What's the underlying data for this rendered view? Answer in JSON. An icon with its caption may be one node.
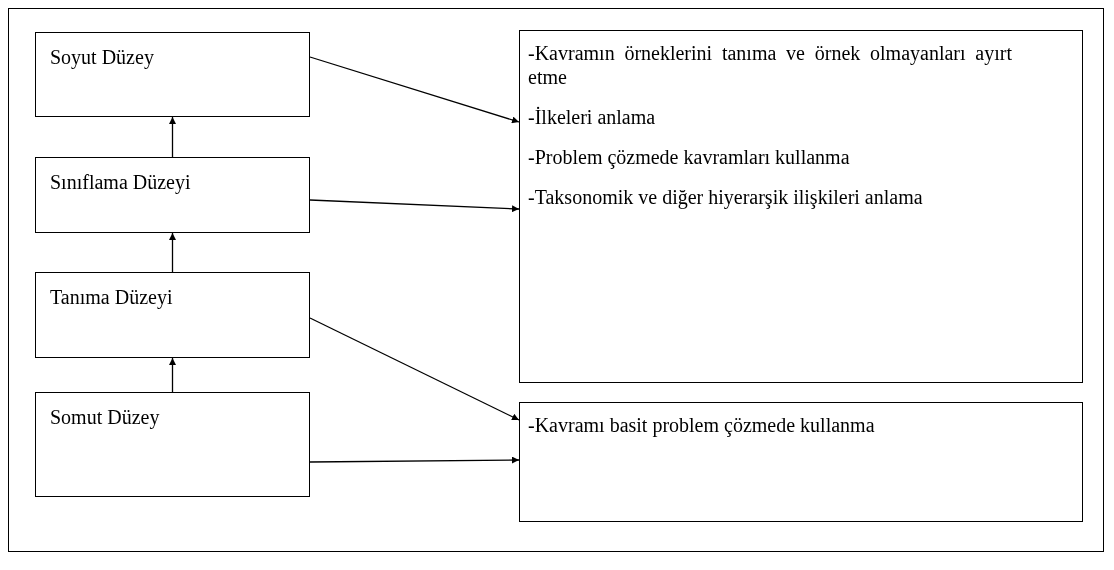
{
  "diagram": {
    "nodes": [
      {
        "text": [
          "Soyut Düzey"
        ]
      },
      {
        "text": [
          "Sınıflama Düzeyi"
        ]
      },
      {
        "text": [
          "Tanıma Düzeyi"
        ]
      },
      {
        "text": [
          "Somut Düzey"
        ]
      },
      {
        "text": [
          "-Kavramın örneklerini tanıma ve örnek olmayanları ayırt etme",
          "-İlkeleri anlama",
          "-Problem çözmede kavramları kullanma",
          "-Taksonomik ve diğer hiyerarşik ilişkileri anlama"
        ]
      },
      {
        "text": [
          "-Kavramı basit problem çözmede kullanma"
        ]
      }
    ],
    "edges": [
      {
        "from": 3,
        "to": 2,
        "arrow": "to"
      },
      {
        "from": 2,
        "to": 1,
        "arrow": "to"
      },
      {
        "from": 1,
        "to": 0,
        "arrow": "to"
      },
      {
        "from": 0,
        "to": 4,
        "arrow": "to"
      },
      {
        "from": 1,
        "to": 4,
        "arrow": "to"
      },
      {
        "from": 2,
        "to": 5,
        "arrow": "to"
      },
      {
        "from": 3,
        "to": 5,
        "arrow": "to"
      }
    ]
  }
}
